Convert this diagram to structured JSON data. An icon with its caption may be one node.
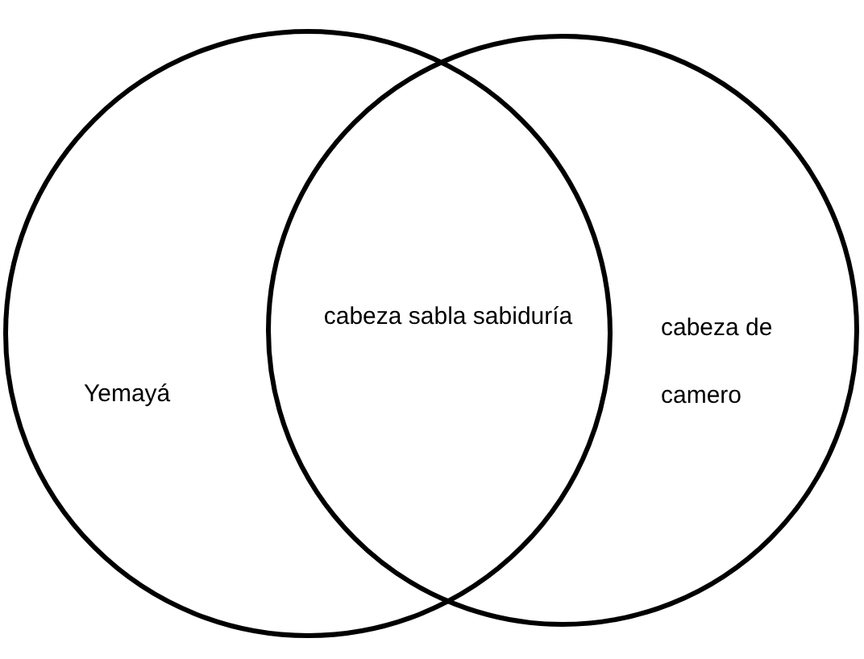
{
  "diagram": {
    "nodes": [
      {
        "text": [
          "Yemayá"
        ]
      },
      {
        "text": [
          "cabeza de camero"
        ]
      }
    ],
    "labels": [
      "cabeza sabla sabiduría"
    ]
  }
}
